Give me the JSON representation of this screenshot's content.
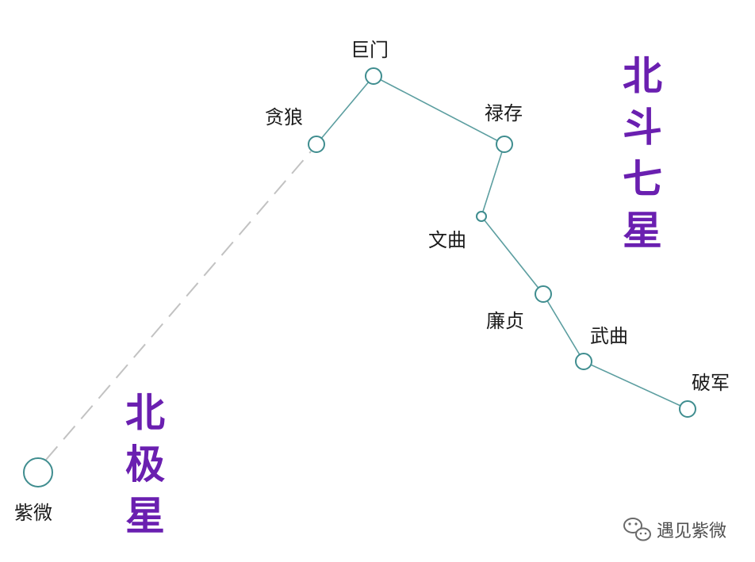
{
  "stars": [
    {
      "id": "ziwei",
      "label": "紫微"
    },
    {
      "id": "tanlang",
      "label": "贪狼"
    },
    {
      "id": "jumen",
      "label": "巨门"
    },
    {
      "id": "lucun",
      "label": "禄存"
    },
    {
      "id": "wenqu",
      "label": "文曲"
    },
    {
      "id": "lianzhen",
      "label": "廉贞"
    },
    {
      "id": "wuqu",
      "label": "武曲"
    },
    {
      "id": "pojun",
      "label": "破军"
    }
  ],
  "titles": {
    "beidou": [
      "北",
      "斗",
      "七",
      "星"
    ],
    "beiji": [
      "北",
      "极",
      "星"
    ]
  },
  "watermark": {
    "icon": "wechat-icon",
    "text": "遇见紫微"
  },
  "colors": {
    "title": "#6a1fb0",
    "connector": "#5c9ea0",
    "star_stroke": "#3f8d8f",
    "dashed_link": "#c2c2c2"
  }
}
